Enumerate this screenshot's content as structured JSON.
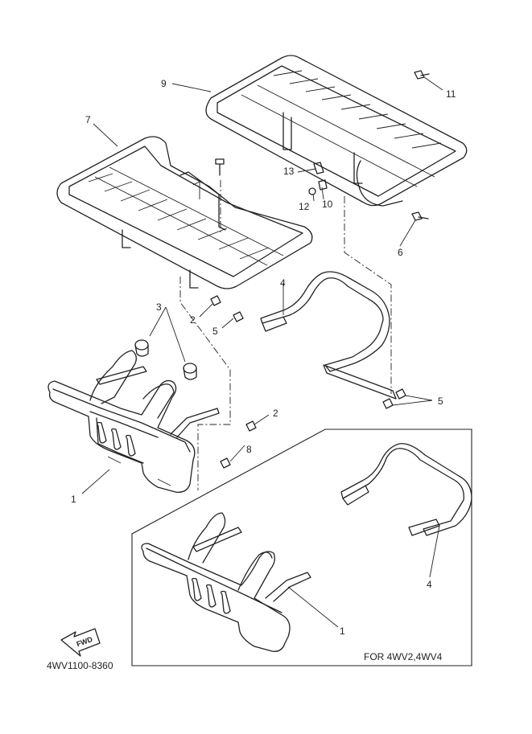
{
  "callouts": {
    "c1": "1",
    "c1b": "1",
    "c2": "2",
    "c2b": "2",
    "c3": "3",
    "c4": "4",
    "c4b": "4",
    "c5": "5",
    "c5b": "5",
    "c6": "6",
    "c7": "7",
    "c8": "8",
    "c9": "9",
    "c10": "10",
    "c11": "11",
    "c12": "12",
    "c13": "13"
  },
  "inset_label": "FOR 4WV2,4WV4",
  "fwd_label": "FWD",
  "diagram_code": "4WV1100-8360"
}
